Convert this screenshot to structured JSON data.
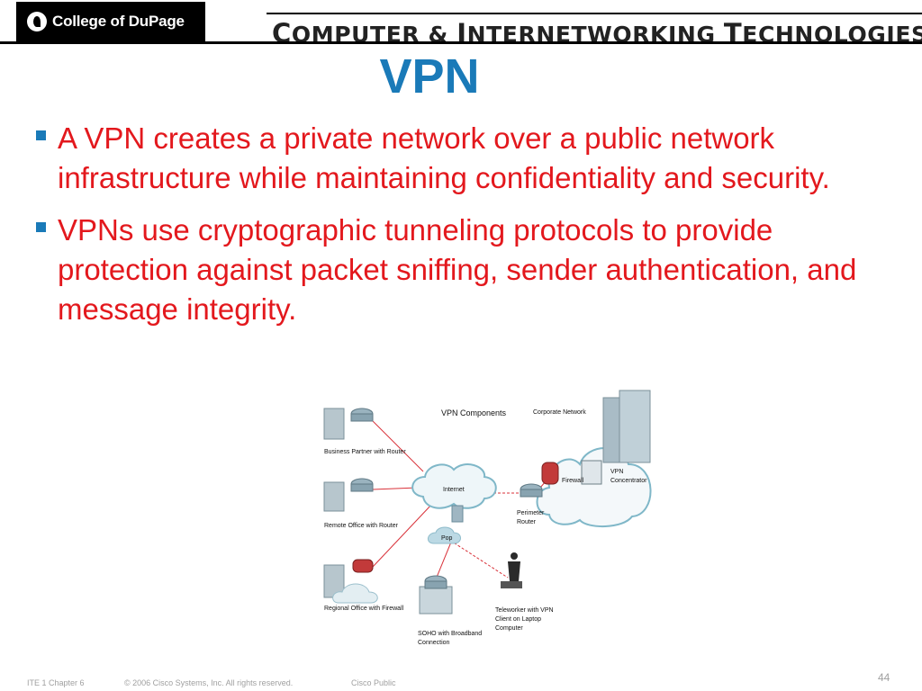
{
  "header": {
    "logo_text": "College of DuPage",
    "banner": {
      "part1_cap": "C",
      "part1_rest": "OMPUTER & ",
      "part2_cap": "I",
      "part2_rest": "NTERNETWORKING ",
      "part3_cap": "T",
      "part3_rest": "ECHNOLOGIES"
    }
  },
  "slide": {
    "title": "VPN",
    "bullets": [
      "A VPN creates a private network over a public network infrastructure while maintaining confidentiality and security.",
      "VPNs use cryptographic tunneling protocols to provide protection against packet sniffing, sender authentication, and message integrity."
    ]
  },
  "diagram": {
    "title": "VPN Components",
    "labels": {
      "corporate": "Corporate Network",
      "business_partner": "Business Partner with Router",
      "remote_office": "Remote Office with Router",
      "regional_office": "Regional Office with Firewall",
      "soho_1": "SOHO with Broadband",
      "soho_2": "Connection",
      "internet": "Internet",
      "pop": "Pop",
      "firewall": "Firewall",
      "vpn_1": "VPN",
      "vpn_2": "Concentrator",
      "perimeter_1": "Perimeter",
      "perimeter_2": "Router",
      "teleworker_1": "Teleworker with VPN",
      "teleworker_2": "Client on Laptop",
      "teleworker_3": "Computer"
    }
  },
  "footer": {
    "chapter": "ITE 1 Chapter 6",
    "copyright": "© 2006 Cisco Systems, Inc. All rights reserved.",
    "classification": "Cisco Public",
    "page": "44"
  },
  "colors": {
    "title": "#1a7ab8",
    "bullet_text": "#e3181d",
    "bullet_marker": "#1a7ab8",
    "footer": "#a0a0a0"
  }
}
